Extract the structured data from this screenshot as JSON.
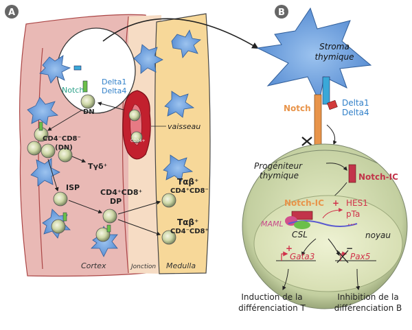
{
  "panel_a": {
    "letter": "A",
    "cortex": "Cortex",
    "junction": "Jonction",
    "medulla": "Medulla",
    "notch": "Notch",
    "delta1": "Delta1",
    "delta4": "Delta4",
    "dn": "DN",
    "vessel": "vaisseau",
    "cd34": "CD34+",
    "dn_stage": {
      "l1": "CD4⁻CD8⁻",
      "l2": "(DN)"
    },
    "tgd": "Tγδ⁺",
    "isp": "ISP",
    "dp": {
      "l1": "CD4⁺CD8⁺",
      "l2": "DP"
    },
    "tab1": {
      "l1": "Tαβ⁺",
      "l2": "CD4⁺CD8⁻"
    },
    "tab2": {
      "l1": "Tαβ⁺",
      "l2": "CD4⁻CD8⁺"
    }
  },
  "panel_b": {
    "letter": "B",
    "stroma": {
      "l1": "Stroma",
      "l2": "thymique"
    },
    "notch": "Notch",
    "delta1": "Delta1",
    "delta4": "Delta4",
    "progenitor": {
      "l1": "Progéniteur",
      "l2": "thymique"
    },
    "notch_ic": "Notch-IC",
    "notch_ic_nuc": "Notch-IC",
    "plus1": "+",
    "hes1": "HES1",
    "pta": "pTa",
    "dots": "...",
    "maml": "MAML",
    "csl": "CSL",
    "noyau": "noyau",
    "plus2": "+",
    "minus": "−",
    "gata3": "Gata3",
    "pax5": "Pax5",
    "induction": {
      "l1": "Induction de la",
      "l2": "différenciation T"
    },
    "inhibition": {
      "l1": "Inhibition de la",
      "l2": "différenciation B"
    }
  },
  "colors": {
    "cortex": "#e9b9b5",
    "junction": "#f6dcc4",
    "medulla": "#f7d899",
    "stroma_cell": "#6a9bd6",
    "notch": "#e8944a",
    "delta": "#3aa8d8",
    "notch_ic": "#c2344a",
    "nucleus": "#dfe6b6",
    "cell": "#bfd28c"
  }
}
